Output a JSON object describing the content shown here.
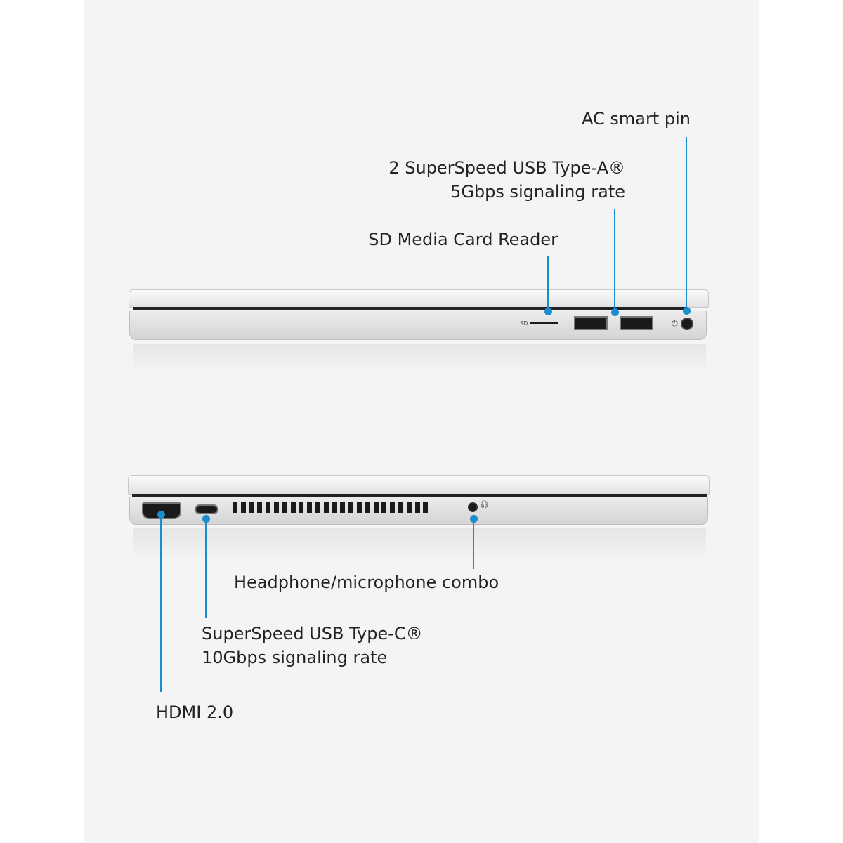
{
  "accent_color": "#1b8dcf",
  "right_side": {
    "labels": {
      "ac_smart_pin": "AC smart pin",
      "usb_a_line1": "2 SuperSpeed USB Type-A®",
      "usb_a_line2": "5Gbps signaling rate",
      "sd_reader": "SD Media Card Reader"
    },
    "port_markings": {
      "sd": "SD"
    }
  },
  "left_side": {
    "labels": {
      "headphone": "Headphone/microphone combo",
      "usb_c_line1": "SuperSpeed USB Type-C®",
      "usb_c_line2": "10Gbps signaling rate",
      "hdmi": "HDMI 2.0"
    }
  }
}
